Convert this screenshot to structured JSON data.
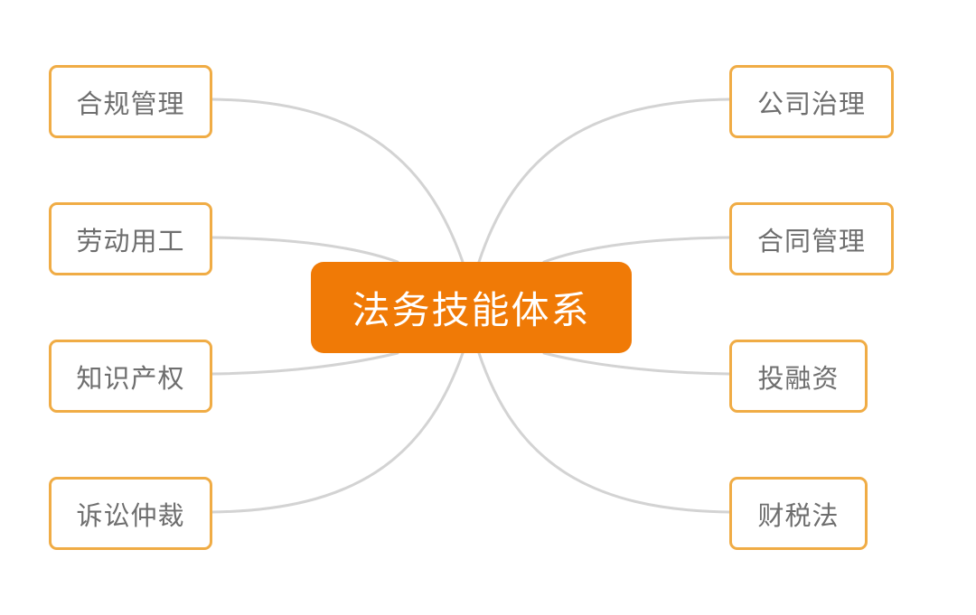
{
  "center": {
    "label": "法务技能体系",
    "color": "#f07a06"
  },
  "branches_left": [
    {
      "label": "合规管理"
    },
    {
      "label": "劳动用工"
    },
    {
      "label": "知识产权"
    },
    {
      "label": "诉讼仲裁"
    }
  ],
  "branches_right": [
    {
      "label": "公司治理"
    },
    {
      "label": "合同管理"
    },
    {
      "label": "投融资"
    },
    {
      "label": "财税法"
    }
  ],
  "colors": {
    "branch_border": "#f0ac45",
    "connector": "#d3d3d3",
    "branch_text": "#6e6e6e"
  }
}
